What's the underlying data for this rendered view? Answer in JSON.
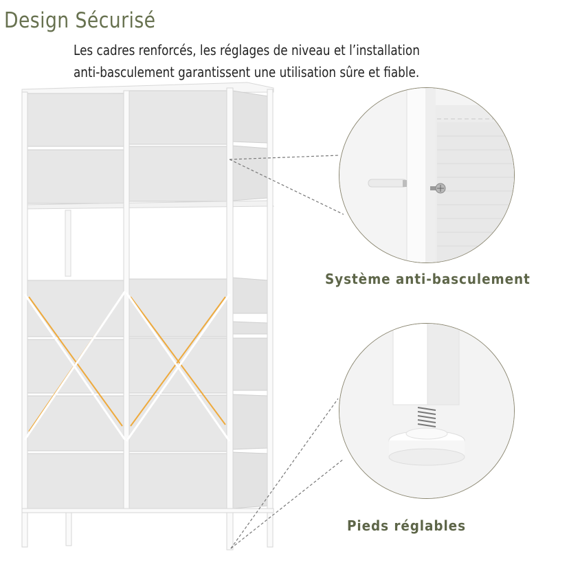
{
  "header": {
    "title": "Design Sécurisé",
    "description_line1": "Les cadres renforcés, les réglages de niveau et l’installation",
    "description_line2": "anti-basculement garantissent une utilisation sûre et fiable."
  },
  "callouts": [
    {
      "label": "Système anti-basculement",
      "icon": "anti-tip-anchor-screw"
    },
    {
      "label": "Pieds réglables",
      "icon": "adjustable-leveling-foot"
    }
  ],
  "product": {
    "name": "white-dresser-with-fabric-drawers",
    "drawer_count": 12
  },
  "colors": {
    "title": "#67714f",
    "label": "#5d6548",
    "text": "#222222",
    "accent_brace": "#f0a020",
    "frame": "#fafafa",
    "drawer": "#e6e6e6"
  }
}
